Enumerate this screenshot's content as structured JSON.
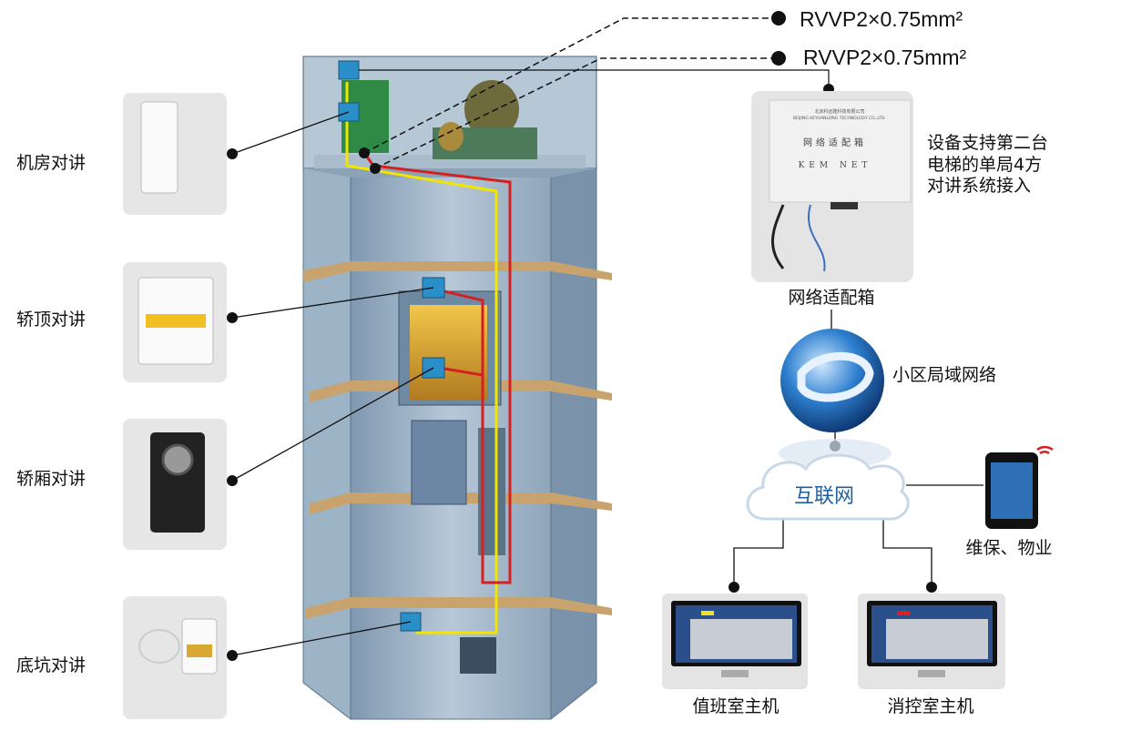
{
  "cables": [
    "RVVP2×0.75mm²",
    "RVVP2×0.75mm²"
  ],
  "intercoms": [
    {
      "label": "机房对讲"
    },
    {
      "label": "轿顶对讲"
    },
    {
      "label": "轿厢对讲"
    },
    {
      "label": "底坑对讲"
    }
  ],
  "adapter_box": {
    "company_cn": "北京科远隆科技有限公司",
    "company_en": "BEIJING KEYUANLONG TECHNOLOGY CO.,LTD.",
    "title": "网络适配箱",
    "brand": "KEM  NET",
    "caption": "网络适配箱"
  },
  "note": [
    "设备支持第二台",
    "电梯的单局4方",
    "对讲系统接入"
  ],
  "lan_label": "小区局域网络",
  "internet_label": "互联网",
  "mobile_label": "维保、物业",
  "hosts": [
    "值班室主机",
    "消控室主机"
  ],
  "colors": {
    "wire_yellow": "#f2e600",
    "wire_red": "#d42020",
    "junction_blue": "#2a8fc8",
    "floor_tan": "#c9a36e",
    "shaft": "#8fa7bd"
  }
}
